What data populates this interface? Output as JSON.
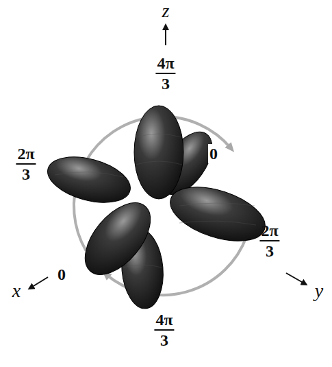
{
  "diagram": {
    "labels": [
      "z",
      "4π",
      "3",
      "2π",
      "3",
      "0",
      "2π",
      "3",
      "0",
      "x",
      "4π",
      "3",
      "y"
    ]
  }
}
